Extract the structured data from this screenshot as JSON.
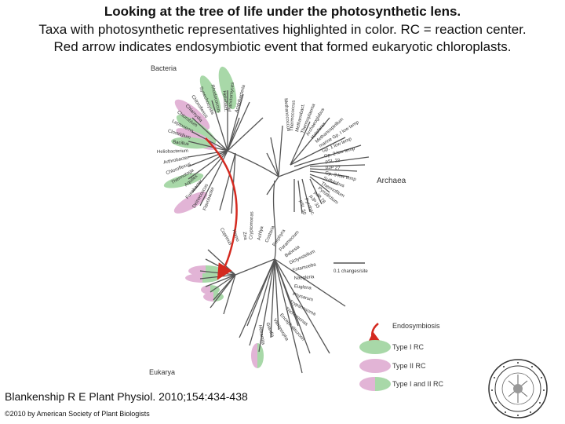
{
  "caption": {
    "title": "Looking at the tree of life under the photosynthetic lens.",
    "line2": "Taxa with photosynthetic representatives highlighted in color.  RC = reaction center.",
    "line3": "Red arrow indicates endosymbiotic event that formed eukaryotic chloroplasts."
  },
  "domains": {
    "bacteria": "Bacteria",
    "archaea": "Archaea",
    "eukarya": "Eukarya"
  },
  "scale_bar": "0.1 changes/site",
  "legend": {
    "endosymbiosis": "Endosymbiosis",
    "type1": "Type I RC",
    "type2": "Type II RC",
    "type12": "Type I and II RC"
  },
  "colors": {
    "type1_green": "#a8d8a8",
    "type2_pink": "#e2b4d6",
    "arrow_red": "#d42a20",
    "branch": "#555555"
  },
  "taxa": {
    "bacteria": [
      {
        "label": "Acidobacteria",
        "rc": "type1"
      },
      {
        "label": "Planctomyces",
        "rc": "none"
      },
      {
        "label": "Heliobact.",
        "rc": "type1"
      },
      {
        "label": "Rhodococcus",
        "rc": "type2"
      },
      {
        "label": "Synechocystis",
        "rc": "type1"
      },
      {
        "label": "Chloroflexus",
        "rc": "type2"
      },
      {
        "label": "Chlamydia",
        "rc": "none"
      },
      {
        "label": "Chlorobium",
        "rc": "type1"
      },
      {
        "label": "Leptonema",
        "rc": "none"
      },
      {
        "label": "Clostridium",
        "rc": "none"
      },
      {
        "label": "Bacillus",
        "rc": "none"
      },
      {
        "label": "Heliobacterium",
        "rc": "type1"
      },
      {
        "label": "Arthrobacter",
        "rc": "none"
      },
      {
        "label": "Chloroflexus",
        "rc": "type2"
      },
      {
        "label": "Thermotoga",
        "rc": "none"
      },
      {
        "label": "Aquifex",
        "rc": "none"
      },
      {
        "label": "Fusobacter",
        "rc": "none"
      },
      {
        "label": "Deinococcus",
        "rc": "none"
      },
      {
        "label": "Flavobacter",
        "rc": "none"
      }
    ],
    "archaea": [
      {
        "label": "Methanococcus",
        "rc": "none"
      },
      {
        "label": "Thermococcus",
        "rc": "none"
      },
      {
        "label": "Methanobact.",
        "rc": "none"
      },
      {
        "label": "Thermoplasma",
        "rc": "none"
      },
      {
        "label": "Archaeoglobus",
        "rc": "none"
      },
      {
        "label": "Haloferax",
        "rc": "none"
      },
      {
        "label": "Methanospirillum",
        "rc": "none"
      },
      {
        "label": "marine Gp. I low temp",
        "rc": "none"
      },
      {
        "label": "Gp. 1 low temp",
        "rc": "none"
      },
      {
        "label": "Gp. 2 low temp",
        "rc": "none"
      },
      {
        "label": "pSL 22",
        "rc": "none"
      },
      {
        "label": "pJP 27",
        "rc": "none"
      },
      {
        "label": "Gp. 3 low temp",
        "rc": "none"
      },
      {
        "label": "Sulfolobus",
        "rc": "none"
      },
      {
        "label": "Thermofilum",
        "rc": "none"
      },
      {
        "label": "Pyrodictium",
        "rc": "none"
      },
      {
        "label": "pJP 78",
        "rc": "none"
      },
      {
        "label": "pJP 33",
        "rc": "none"
      },
      {
        "label": "Pyrobac.",
        "rc": "none"
      },
      {
        "label": "pSL 50",
        "rc": "none"
      }
    ],
    "eukarya": [
      {
        "label": "Coprinus",
        "rc": "none"
      },
      {
        "label": "Homo",
        "rc": "none"
      },
      {
        "label": "Zea",
        "rc": "type12"
      },
      {
        "label": "Cryptomonas",
        "rc": "type12"
      },
      {
        "label": "Achlya",
        "rc": "none"
      },
      {
        "label": "Costaria",
        "rc": "type12"
      },
      {
        "label": "Porphyra",
        "rc": "type12"
      },
      {
        "label": "Paramecium",
        "rc": "none"
      },
      {
        "label": "Babesia",
        "rc": "none"
      },
      {
        "label": "Dictyostelium",
        "rc": "none"
      },
      {
        "label": "Entamoeba",
        "rc": "none"
      },
      {
        "label": "Naegleria",
        "rc": "none"
      },
      {
        "label": "Euglena",
        "rc": "type12"
      },
      {
        "label": "Physarum",
        "rc": "none"
      },
      {
        "label": "Trypanosoma",
        "rc": "none"
      },
      {
        "label": "Trichomonas",
        "rc": "none"
      },
      {
        "label": "Encephalitozoon",
        "rc": "none"
      },
      {
        "label": "Vairimorpha",
        "rc": "none"
      },
      {
        "label": "Giardia",
        "rc": "none"
      },
      {
        "label": "Hexamita",
        "rc": "none"
      }
    ]
  },
  "citation": "Blankenship R E Plant Physiol. 2010;154:434-438",
  "copyright": "©2010 by American Society of Plant Biologists"
}
